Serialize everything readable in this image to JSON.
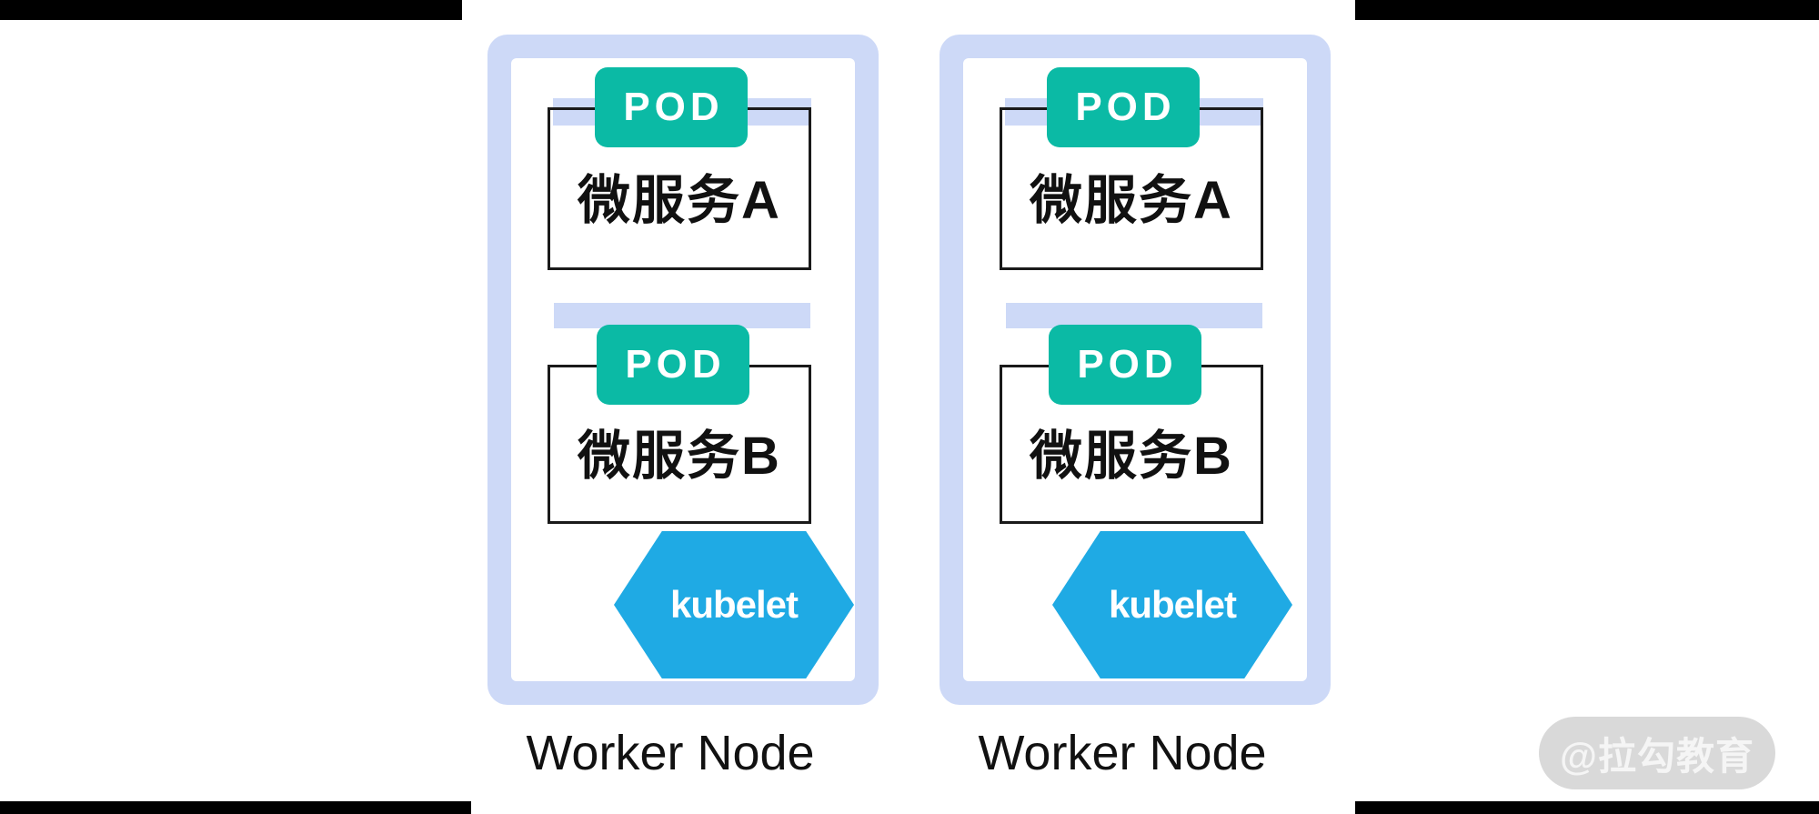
{
  "colors": {
    "page_bg": "#ffffff",
    "letterbox": "#000000",
    "node_frame": "#cdd9f7",
    "pod_badge": "#0bbaa5",
    "hexagon": "#1faae4",
    "box_border": "#1a1a1a",
    "text": "#111111",
    "watermark_pill": "#d9d9d9",
    "watermark_text": "#f5f5f5"
  },
  "nodes": [
    {
      "label": "Worker Node",
      "agent": "kubelet",
      "pods": [
        {
          "badge": "POD",
          "service": "微服务A"
        },
        {
          "badge": "POD",
          "service": "微服务B"
        }
      ]
    },
    {
      "label": "Worker Node",
      "agent": "kubelet",
      "pods": [
        {
          "badge": "POD",
          "service": "微服务A"
        },
        {
          "badge": "POD",
          "service": "微服务B"
        }
      ]
    }
  ],
  "watermark": {
    "label": "@拉勾教育"
  }
}
